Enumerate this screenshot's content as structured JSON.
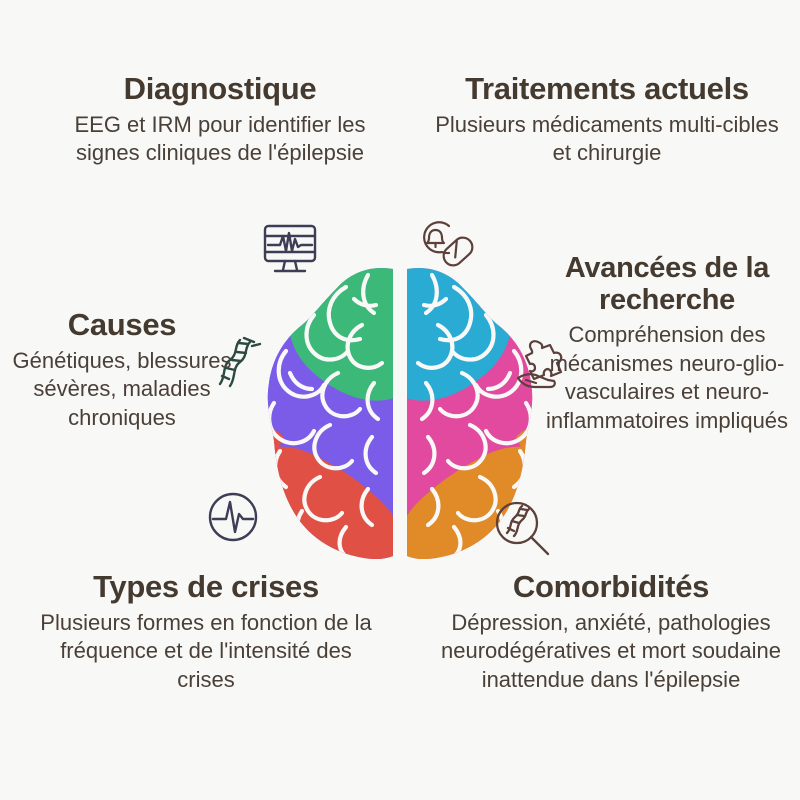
{
  "page": {
    "background_color": "#f8f8f7",
    "text_color": "#453a30",
    "topic": "Épilepsie"
  },
  "sections": [
    {
      "key": "diagnostique",
      "title": "Diagnostique",
      "body": "EEG et IRM pour identifier les signes cliniques de l'épilepsie",
      "icon": "eeg-monitor-icon"
    },
    {
      "key": "traitements",
      "title": "Traitements actuels",
      "body": "Plusieurs médicaments multi-cibles et chirurgie",
      "icon": "pill-bell-icon"
    },
    {
      "key": "causes",
      "title": "Causes",
      "body": "Génétiques, blessures sévères, maladies chroniques",
      "icon": "dna-helix-icon"
    },
    {
      "key": "avancees",
      "title": "Avancées de la recherche",
      "body": "Compréhension des mécanismes neuro-glio-vasculaires et neuro-inflammatoires impliqués",
      "icon": "puzzle-hand-icon"
    },
    {
      "key": "types",
      "title": "Types de crises",
      "body": "Plusieurs formes en fonction de la fréquence et de l'intensité des crises",
      "icon": "pulse-circle-icon"
    },
    {
      "key": "comorbidites",
      "title": "Comorbidités",
      "body": "Dépression, anxiété, pathologies neurodégératives et mort soudaine inattendue dans l'épilepsie",
      "icon": "dna-search-icon"
    }
  ],
  "brain": {
    "label": "brain-illustration",
    "view": "top-down",
    "lobes": [
      {
        "name": "front-left",
        "color": "#3cb878"
      },
      {
        "name": "front-right",
        "color": "#29abd4"
      },
      {
        "name": "mid-left",
        "color": "#7b5ce8"
      },
      {
        "name": "mid-right",
        "color": "#e14a9e"
      },
      {
        "name": "back-left",
        "color": "#e05045"
      },
      {
        "name": "back-right",
        "color": "#e08a28"
      }
    ],
    "sulci_color": "#f8f8f7"
  },
  "icons": {
    "eeg_monitor": {
      "name": "eeg-monitor-icon",
      "color": "#3d3d56"
    },
    "pill_bell": {
      "name": "pill-bell-icon",
      "color": "#5c4039"
    },
    "dna_helix": {
      "name": "dna-helix-icon",
      "color": "#2d4a42"
    },
    "puzzle_hand": {
      "name": "puzzle-hand-icon",
      "color": "#5c4039"
    },
    "pulse_circle": {
      "name": "pulse-circle-icon",
      "color": "#3d3d56"
    },
    "dna_search": {
      "name": "dna-search-icon",
      "color": "#5c4039"
    }
  }
}
